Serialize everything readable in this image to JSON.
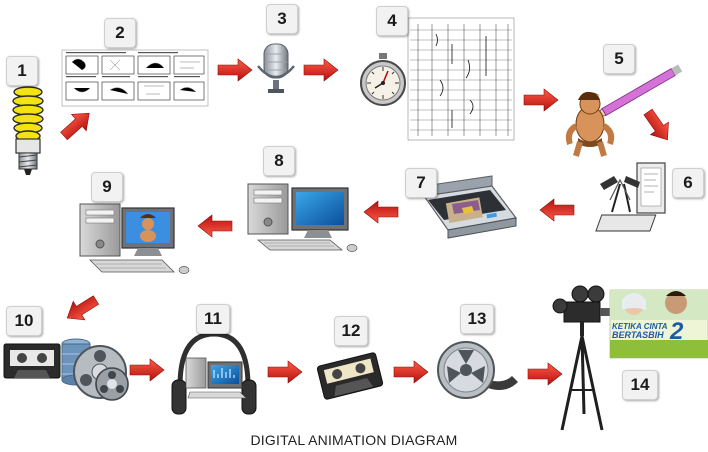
{
  "diagram": {
    "caption": "DIGITAL ANIMATION DIAGRAM",
    "steps": [
      {
        "number": "1",
        "icon": "light-bulb-icon"
      },
      {
        "number": "2",
        "icon": "storyboard-icon"
      },
      {
        "number": "3",
        "icon": "microphone-icon"
      },
      {
        "number": "4",
        "icon": "stopwatch-exposure-sheet-icon"
      },
      {
        "number": "5",
        "icon": "pencil-character-drawing-icon"
      },
      {
        "number": "6",
        "icon": "camera-stand-icon"
      },
      {
        "number": "7",
        "icon": "scanner-icon"
      },
      {
        "number": "8",
        "icon": "desktop-computer-icon"
      },
      {
        "number": "9",
        "icon": "computer-animation-icon"
      },
      {
        "number": "10",
        "icon": "tape-and-film-reels-icon"
      },
      {
        "number": "11",
        "icon": "sound-editing-headphones-icon"
      },
      {
        "number": "12",
        "icon": "cassette-tape-icon"
      },
      {
        "number": "13",
        "icon": "film-reel-icon"
      },
      {
        "number": "14",
        "icon": "video-camera-and-poster-icon"
      }
    ],
    "poster": {
      "title_line1": "KETIKA CINTA",
      "title_line2": "BERTASBIH",
      "title_number": "2"
    },
    "colors": {
      "arrow": "#e0201b",
      "badge_bg": "#f2f2f2",
      "text": "#1b1b1b"
    }
  }
}
